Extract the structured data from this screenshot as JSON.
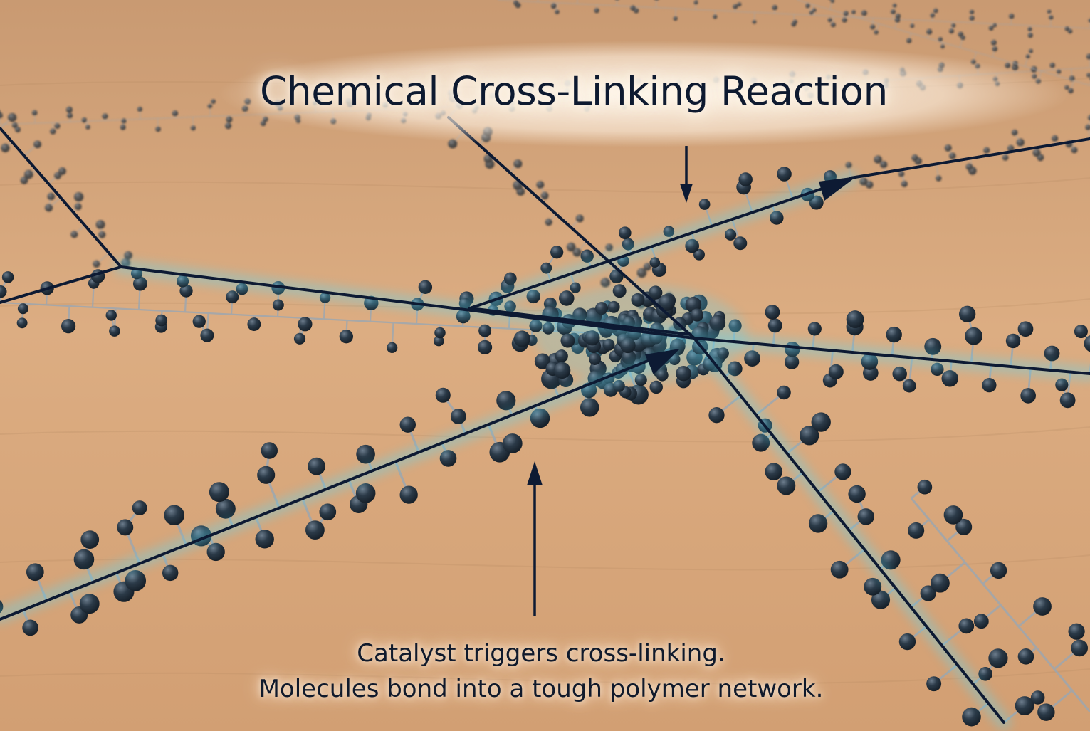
{
  "title": "Chemical Cross-Linking Reaction",
  "caption": {
    "line1": "Catalyst triggers cross-linking.",
    "line2": "Molecules bond into a tough polymer network."
  },
  "colors": {
    "wood": "#d9a77a",
    "atom": "#263340",
    "glow": "#5fd6f2",
    "line": "#0d1a33"
  }
}
